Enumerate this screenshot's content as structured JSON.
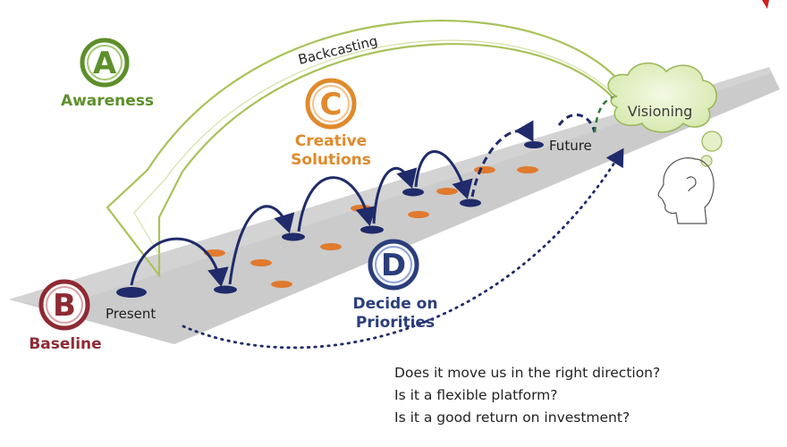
{
  "labels": {
    "backcasting": "Backcasting",
    "visioning": "Visioning",
    "future": "Future",
    "present": "Present"
  },
  "badges": {
    "a": {
      "letter": "A",
      "label": "Awareness",
      "color": "#5d8f2a"
    },
    "b": {
      "letter": "B",
      "label": "Baseline",
      "color": "#8e2a33"
    },
    "c": {
      "letter": "C",
      "label_line1": "Creative",
      "label_line2": "Solutions",
      "color": "#e08a2c"
    },
    "d": {
      "letter": "D",
      "label_line1": "Decide on",
      "label_line2": "Priorities",
      "color": "#2b3e7c"
    }
  },
  "questions": [
    "Does it move us in the right direction?",
    "Is it a flexible platform?",
    "Is it a good return on investment?"
  ],
  "colors": {
    "road": "#c8c8c8",
    "navy": "#1f2b6a",
    "orange": "#e07a2e",
    "cloud": "#e4f0c8",
    "cloud_stroke": "#9bb85c",
    "arrow_outline": "#a9c25a"
  }
}
